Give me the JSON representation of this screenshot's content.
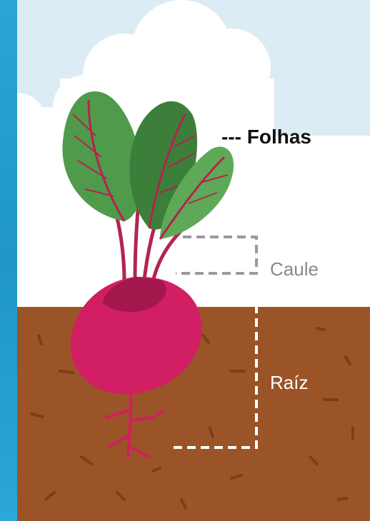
{
  "labels": {
    "folhas": "--- Folhas",
    "caule": "Caule",
    "raiz": "Raíz"
  },
  "colors": {
    "sky": "#dcecf4",
    "cloud": "#ffffff",
    "soil": "#9a5427",
    "soil_dark": "#7a3f1a",
    "leaf": "#4f9a4b",
    "leaf_dark": "#3b7f3a",
    "vein": "#b5234e",
    "beet": "#d21e63",
    "beet_dark": "#a3174c",
    "dash_light": "#9a9a9a",
    "dash_white": "#ffffff",
    "frame": "#2aa6d6"
  },
  "icons": {
    "plant": "beetroot-plant-icon",
    "cloud": "cloud-icon"
  }
}
